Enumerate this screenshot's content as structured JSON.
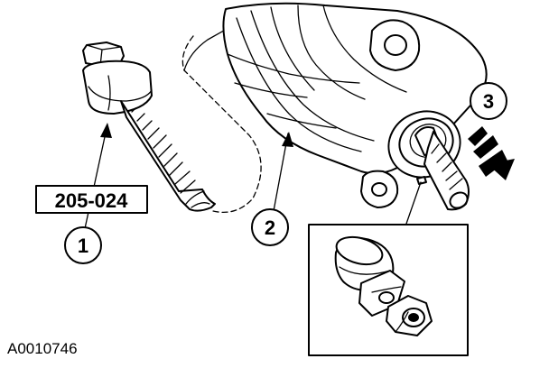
{
  "callouts": {
    "one": "1",
    "two": "2",
    "three": "3"
  },
  "tool_number": "205-024",
  "figure_id": "A0010746"
}
